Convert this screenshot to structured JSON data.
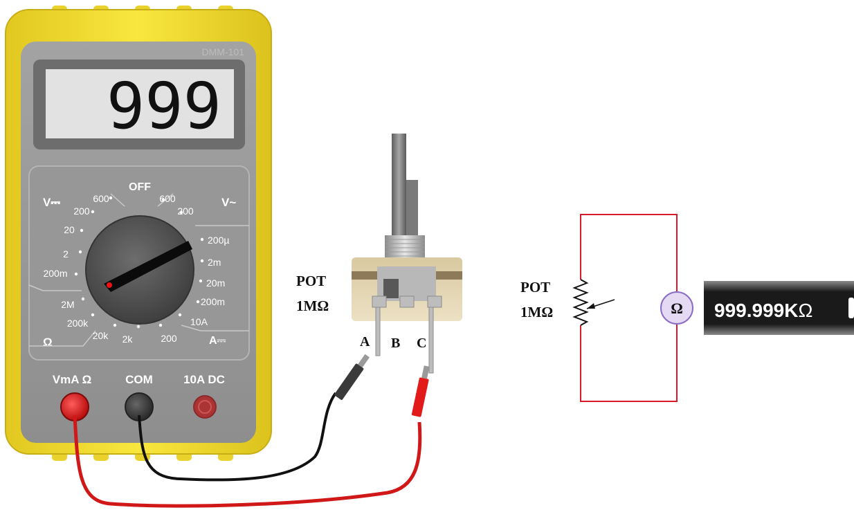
{
  "meter": {
    "brand": "DMM-101",
    "display": "999",
    "off_label": "OFF",
    "group_labels": {
      "vdc": "V⎓",
      "vac": "V~",
      "ohm": "Ω",
      "adc": "A⎓"
    },
    "dial_ranges": [
      "600",
      "200",
      "20",
      "2",
      "200m",
      "2M",
      "200k",
      "20k",
      "2k",
      "200",
      "10A",
      "200m",
      "20m",
      "2m",
      "200µ",
      "200",
      "600"
    ],
    "jacks": [
      {
        "label": "VmA Ω",
        "color": "#e0191b"
      },
      {
        "label": "COM",
        "color": "#3a3a3a"
      },
      {
        "label": "10A DC",
        "color": "#b03030"
      }
    ],
    "body_color": "#f5e23a"
  },
  "pot_physical": {
    "label_line1": "POT",
    "label_line2": "1MΩ",
    "pins": [
      "A",
      "B",
      "C"
    ]
  },
  "schematic": {
    "label_line1": "POT",
    "label_line2": "1MΩ",
    "ohm_symbol": "Ω",
    "wire_color": "#d7192a"
  },
  "readout": {
    "value": "999.999K",
    "unit": "Ω"
  }
}
